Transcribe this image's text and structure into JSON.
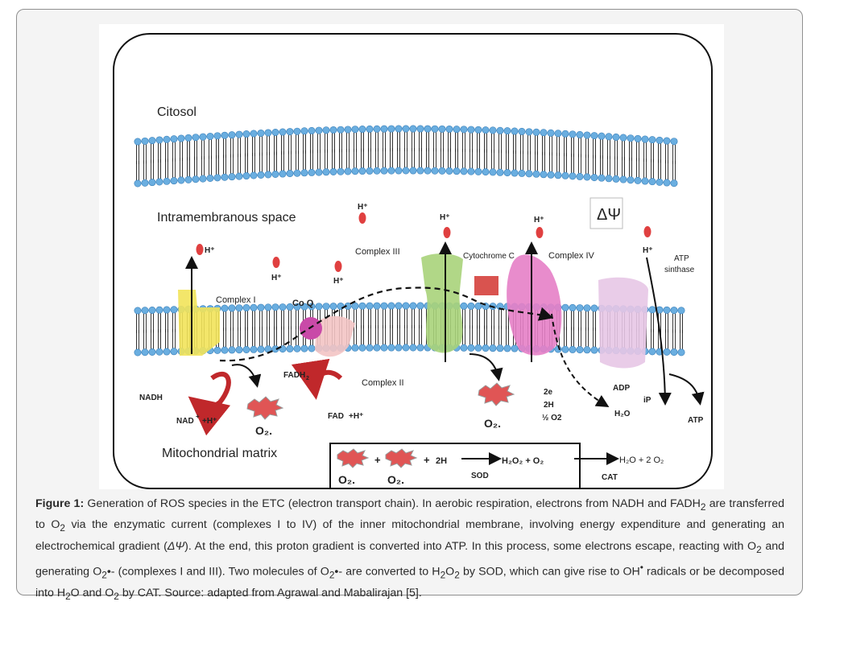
{
  "figure": {
    "labels": {
      "citosol": "Citosol",
      "intramembranous": "Intramembranous space",
      "matrix": "Mitochondrial matrix",
      "delta_psi": "ΔΨ",
      "complex1": "Complex I",
      "complex2": "Complex II",
      "complex3": "Complex III",
      "complex4": "Complex IV",
      "coq": "Co Q",
      "cytc": "Cytochrome C",
      "atp_synthase_1": "ATP",
      "atp_synthase_2": "sinthase",
      "nadh": "NADH",
      "nad": "NAD",
      "nad_tail": "+H⁺",
      "fadh2": "FADH",
      "fad": "FAD",
      "fad_tail": "+H⁺",
      "h_plus": "H⁺",
      "adp": "ADP",
      "ip": "iP",
      "atp": "ATP",
      "two_e": "2e",
      "two_h": "2H",
      "half_o2": "½ O2",
      "h2o": "H₂O",
      "o2_radical": "O₂.",
      "reaction_plus": "+",
      "reaction_2h": "2H",
      "reaction_h2o2": "H₂O₂ + O₂",
      "reaction_products": "H₂O + 2 O₂",
      "sod": "SOD",
      "cat": "CAT"
    },
    "colors": {
      "membrane_head": "#6aaee0",
      "complex1": "#f2e35a",
      "complex2": "#f3c4c4",
      "complex3": "#a8d37a",
      "complex4": "#e680c7",
      "atp_synthase": "#e7c6e6",
      "coq": "#c94aa8",
      "cytc": "#d9534f",
      "proton": "#e04040",
      "nad_arrow": "#c0282b"
    }
  },
  "caption": {
    "label": "Figure 1:",
    "text_1": " Generation of ROS species in the ETC (electron transport chain). In aerobic respiration, electrons from NADH and FADH",
    "sub_1": "2",
    "text_2": " are transferred to O",
    "sub_2": "2",
    "text_3": " via the enzymatic current (complexes I to IV) of the inner mitochondrial membrane, involving energy expenditure and generating an electrochemical gradient (",
    "psi": "ΔΨ",
    "text_4": "). At the end, this proton gradient is converted into ATP. In this process, some electrons escape, reacting with O",
    "sub_3": "2",
    "text_5": " and generating O",
    "sub_4": "2",
    "text_6": "•- (complexes I and III). Two molecules of O",
    "sub_5": "2",
    "text_7": "•- are converted to H",
    "sub_6": "2",
    "text_8": "O",
    "sub_7": "2",
    "text_9": " by SOD, which can give rise to OH",
    "sup_1": "•",
    "text_10": " radicals or be decomposed into H",
    "sub_8": "2",
    "text_11": "O and O",
    "sub_9": "2",
    "text_12": " by CAT. Source: adapted from Agrawal and Mabalirajan [5]."
  }
}
